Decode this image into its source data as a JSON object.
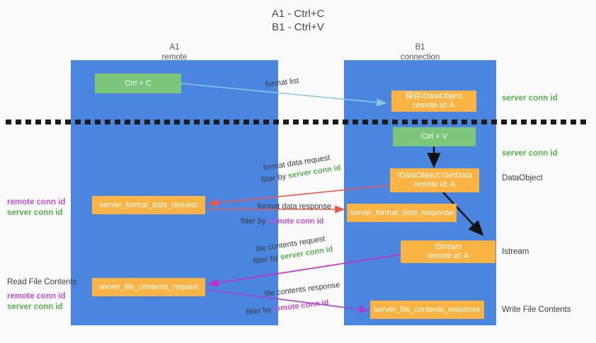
{
  "title": "A1 - Ctrl+C\nB1 - Ctrl+V",
  "columns": {
    "left": {
      "name": "A1",
      "role": "remote",
      "header": "A1\nremote"
    },
    "right": {
      "name": "B1",
      "role": "connection",
      "header": "B1\nconnection"
    }
  },
  "colors": {
    "lane": "#4a86e0",
    "green_node": "#7bc67b",
    "orange_node": "#fbb343",
    "server_conn_id": "#57b04f",
    "remote_conn_id": "#c14fd0",
    "divider": "#1c1c1c",
    "wire_blue": "#8ec4e8",
    "wire_red": "#f0584a",
    "wire_magenta": "#d423c4",
    "wire_purple": "#a43fd6",
    "wire_black": "#111111",
    "background": "#fafafa"
  },
  "nodes": {
    "ctrl_c": "Ctrl + C",
    "save_idataobject": "保存IDataObject\nremote id: A",
    "ctrl_v": "Ctrl + V",
    "getdata": "IDataObject::GetData\nremote id: A",
    "istream": "IStream\nremote id: A",
    "server_format_data_request": "server_format_data_request",
    "server_format_data_response": "server_format_data_response",
    "server_file_contents_request": "server_file_contents_request",
    "server_file_contents_response": "server_file_contents_response"
  },
  "right_labels": {
    "conn_id_top": "server conn id",
    "conn_id_paste": "server conn id",
    "dataobject": "DataObject",
    "istream": "Istream",
    "write_file_contents": "Write File Contents"
  },
  "left_labels": {
    "format_remote": "remote conn id",
    "format_server": "server conn id",
    "read_file_contents": "Read File Contents",
    "file_remote": "remote conn id",
    "file_server": "server conn id"
  },
  "edges": {
    "format_list": "format list",
    "format_data_request": "format data request",
    "format_data_request_filter_prefix": "filter by ",
    "format_data_request_filter_key": "server conn id",
    "format_data_response": "format data response",
    "format_data_response_filter_prefix": "filter by ",
    "format_data_response_filter_key": "remote conn id",
    "file_contents_request": "file contents request",
    "file_contents_request_filter_prefix": "filter by ",
    "file_contents_request_filter_key": "server conn id",
    "file_contents_response": "file contents response",
    "file_contents_response_filter_prefix": "filter by ",
    "file_contents_response_filter_key": "remote conn id"
  }
}
